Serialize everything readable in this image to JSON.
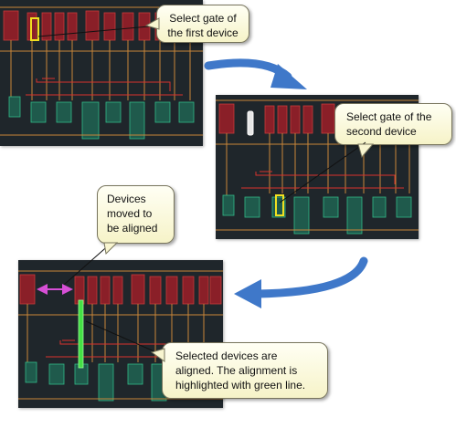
{
  "colors": {
    "panel_bg": "#1f262b",
    "pmos_fill": "#8a1f28",
    "nmos_fill": "#1f5a4c",
    "selection": "#f0e020",
    "alignment_line": "#44e044",
    "arrow": "#3f78c9",
    "spacing_arrow": "#d64fd6",
    "route_red": "#d8332c",
    "route_orange": "#c9863a"
  },
  "icons": [
    "curved-arrow",
    "double-headed-arrow"
  ],
  "callouts": {
    "select_first": "Select gate of\nthe first device",
    "select_second": "Select gate of the\nsecond device",
    "devices_moved": "Devices\nmoved to\nbe aligned",
    "aligned": "Selected devices are\naligned. The alignment is\nhighlighted with green line."
  }
}
